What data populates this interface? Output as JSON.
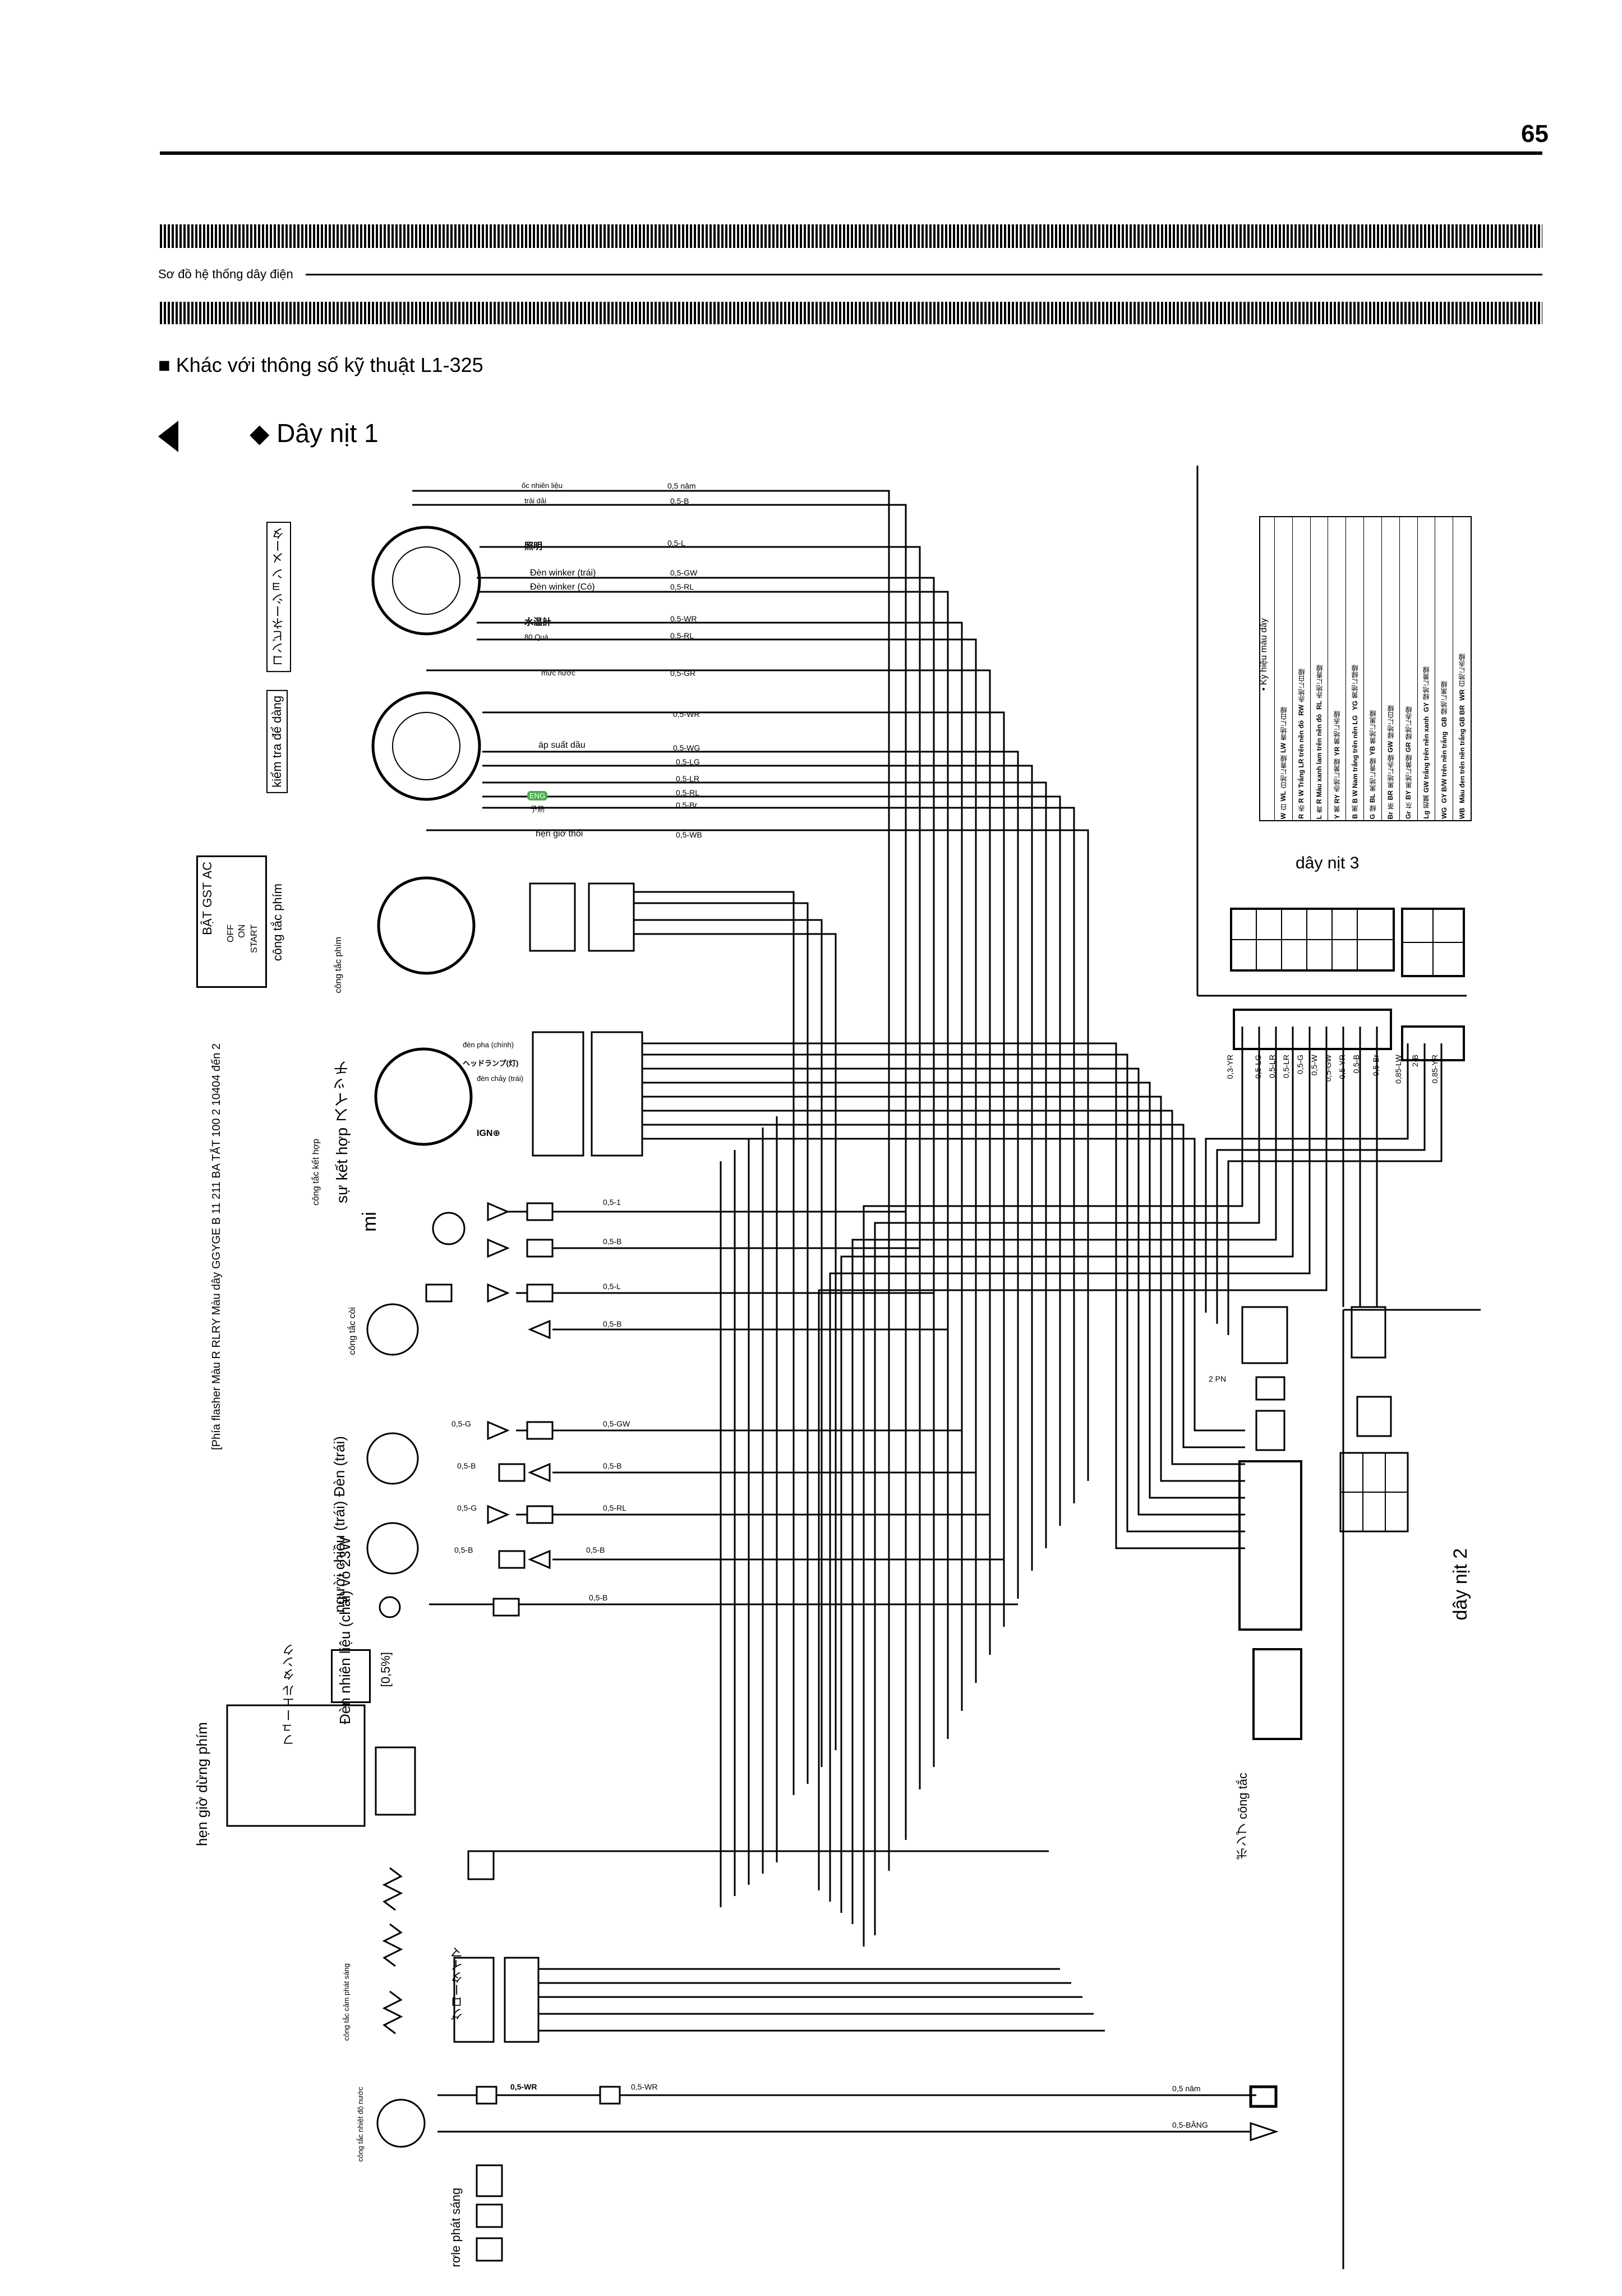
{
  "header": {
    "page_number": "65",
    "section": "Sơ đồ hệ thống dây điện",
    "subtitle": "■ Khác với thông số kỹ thuật L1-325",
    "harness_title": "◆ Dây nịt 1"
  },
  "components": {
    "combination_meter": "コンビネーション メータ",
    "check_meter": "kiểm tra để dàng",
    "key_switch_table": "công tắc phím",
    "key_switch": "công tắc phím",
    "flasher_note": "[Phía flasher Màu R RLRY Màu dây GGYGE B 11 211 BA TẮT 100 2 10404 đến 2",
    "combination_switch_table": "công tắc kết hợp",
    "combination_switch": "sự kết hợp スイッチ",
    "mi": "mi",
    "horn_switch": "công tắc còi",
    "turn_left": "người chiều (trái) Đèn (trái)",
    "fuel_lamp": "Đèn nhiên liệu (chải) vỏ 23W",
    "fuel_tank": "フューエル タンク",
    "fuel_tank_size": "[0,5%]",
    "timer": "hẹn giờ dừng phím",
    "glow_timer": "グロータイマ",
    "alternator_switch": "công tắc cảm phát sáng",
    "water_temp_switch": "công tắc nhiệt độ nước",
    "relay": "rơle phát sáng",
    "pump_switch": "ポンプ công tắc",
    "harness2": "dây nịt 2",
    "harness3": "dây nịt 3"
  },
  "meter_labels": {
    "fuel": "ốc nhiên liệu",
    "hour": "trái dải",
    "light": "照明",
    "winker_l": "Đèn winker (trái)",
    "winker_r": "Đèn winker (Có)",
    "water_temp": "水温計",
    "charge": "80 Quá",
    "water_level": "mức nước",
    "oil_pressure": "áp suất dầu",
    "engine": "ENG",
    "preheat": "予熱",
    "timer": "hẹn giờ thổi",
    "head_main": "đèn pha (chính)",
    "head_lamp": "ヘッドランプ(灯)",
    "head_sub": "đèn chảy (trái)",
    "ign": "IGN⊕"
  },
  "wires": {
    "w1": "0,5 nâm",
    "w2": "0,5-B",
    "w3": "0,5-L",
    "w4": "0,5-GW",
    "w5": "0,5-RL",
    "w6": "0,5-WR",
    "w7": "0,5-RL",
    "w8": "0,5-GR",
    "w9": "0,5-WR",
    "w10": "0,5-WG",
    "w11": "0,5-LG",
    "w12": "0,5-LR",
    "w13": "0,5-RL",
    "w14": "0,5-Br",
    "w15": "0,5-WB",
    "m1": "0,5-1",
    "m2": "0,5-B",
    "m3": "0,5-L",
    "m4": "0,5-B",
    "t1": "0,5-G",
    "t2": "0,5-GW",
    "t3": "0,5-B",
    "t4": "0,5-B",
    "t5": "0,5-G",
    "t6": "0,5-RL",
    "t7": "0,5-B",
    "t8": "0,5-B",
    "t9": "0,5-B",
    "b1": "0,5-WR",
    "b2": "0,5-WR",
    "b3": "0,5 nâm",
    "b4": "0,5-BẰNG",
    "pn": "2 PN"
  },
  "harness3_wires": [
    "0,3-YR",
    "0,5-LG",
    "0,5-LR",
    "0,5-LR",
    "0,5-G",
    "0,5-W",
    "0,5-GW",
    "0,5-YR",
    "0,5-B",
    "0,5-Br",
    "0,85-LW",
    "2-B",
    "0,85-YR"
  ],
  "legend": {
    "title": "• Ký hiệu màu dây",
    "rows": [
      [
        "W",
        "白",
        "WL",
        "白地に青線",
        "LW",
        "青地に白線"
      ],
      [
        "R",
        "赤",
        "R W Trắng LR trên nền đỏ",
        "",
        "RW",
        "赤地に白線"
      ],
      [
        "L",
        "青",
        "R Màu xanh lam trên nền đỏ",
        "",
        "RL",
        "赤地に青線"
      ],
      [
        "Y",
        "黄",
        "RY",
        "赤地に黄線",
        "YR",
        "黄地に赤線"
      ],
      [
        "B",
        "黒",
        "B W Nam trắng trên nền LG",
        "",
        "YG",
        "黄地に緑線"
      ],
      [
        "G",
        "緑",
        "BL",
        "黒地に青線",
        "YB",
        "黄地に黒線"
      ],
      [
        "Br",
        "茶",
        "BR",
        "黒地に赤線",
        "GW",
        "緑地に白線"
      ],
      [
        "Gr",
        "灰",
        "BY",
        "黒地に黄線",
        "GR",
        "緑地に赤線"
      ],
      [
        "Lg",
        "若葉",
        "GW trắng trên nền xanh",
        "",
        "GY",
        "緑地に黄線"
      ],
      [
        "WG",
        "",
        "GY B/W trên nền trắng",
        "",
        "GB",
        "緑地に黒線"
      ],
      [
        "WB",
        "",
        "Màu đen trên nền trắng GB BR",
        "",
        "WR",
        "白地に赤線"
      ]
    ]
  },
  "key_table": {
    "header": [
      "BẬT",
      "GST",
      "AC"
    ],
    "rows": [
      "OFF",
      "ON",
      "START"
    ]
  }
}
